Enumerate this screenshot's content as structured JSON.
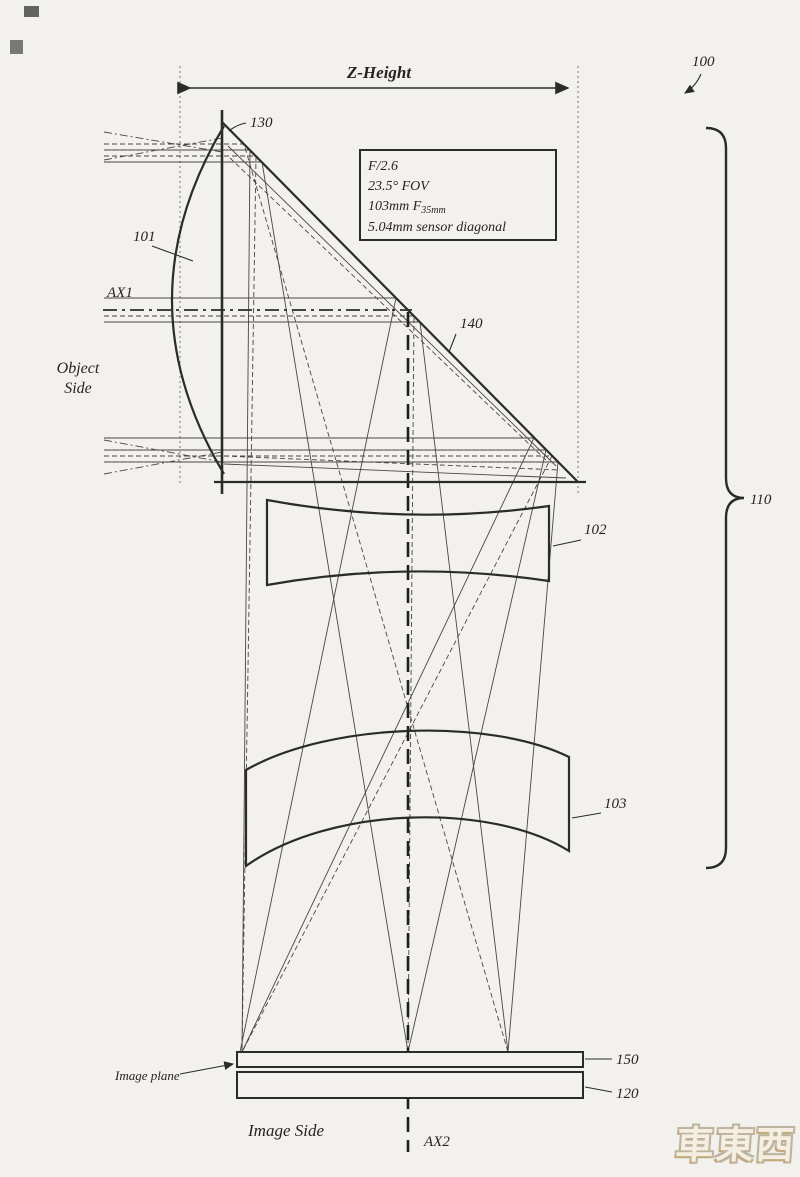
{
  "labels": {
    "z_height": "Z-Height",
    "num_100": "100",
    "num_130": "130",
    "num_101": "101",
    "num_140": "140",
    "num_102": "102",
    "num_103": "103",
    "num_110": "110",
    "num_150": "150",
    "num_120": "120",
    "ax1": "AX1",
    "ax2": "AX2",
    "object_side_1": "Object",
    "object_side_2": "Side",
    "image_plane": "Image plane",
    "image_side": "Image Side"
  },
  "spec_box": {
    "f_number": "F/2.6",
    "fov": "23.5° FOV",
    "focal_prefix": "103mm F",
    "focal_sub": "35mm",
    "sensor": "5.04mm sensor diagonal"
  },
  "watermark": "車東西",
  "colors": {
    "ink": "#2b2b2b",
    "paper": "#f2f1ed"
  }
}
